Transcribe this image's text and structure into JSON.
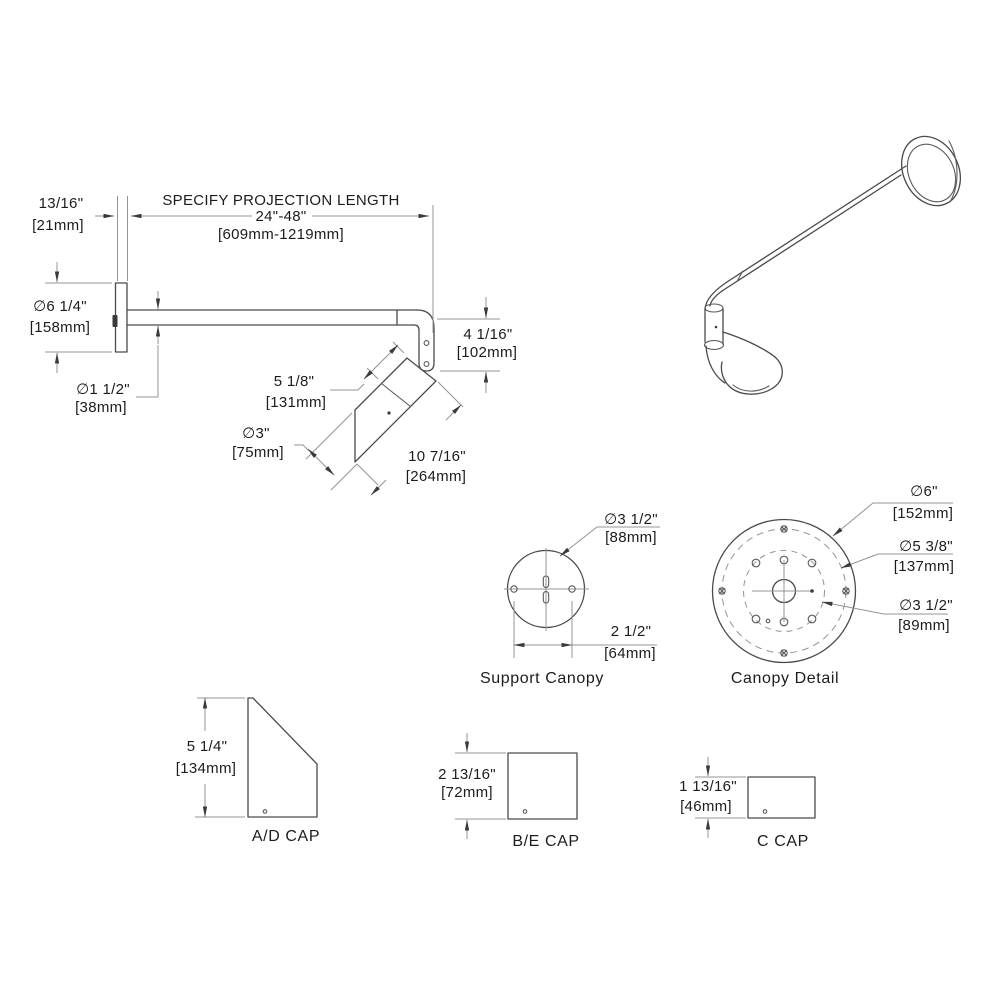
{
  "colors": {
    "background": "#ffffff",
    "object_line": "#4a4a4a",
    "dimension_line": "#949494",
    "text": "#1c1c1c"
  },
  "main_view": {
    "plate_thickness": {
      "in": "13/16\"",
      "mm": "[21mm]"
    },
    "projection": {
      "title": "SPECIFY PROJECTION LENGTH",
      "range_in": "24\"-48\"",
      "range_mm": "[609mm-1219mm]"
    },
    "canopy_dia": {
      "in": "∅6 1/4\"",
      "mm": "[158mm]"
    },
    "arm_dia": {
      "in": "∅1 1/2\"",
      "mm": "[38mm]"
    },
    "drop": {
      "in": "4 1/16\"",
      "mm": "[102mm]"
    },
    "head_upper": {
      "in": "5 1/8\"",
      "mm": "[131mm]"
    },
    "head_dia": {
      "in": "∅3\"",
      "mm": "[75mm]"
    },
    "head_length": {
      "in": "10 7/16\"",
      "mm": "[264mm]"
    }
  },
  "support_canopy": {
    "caption": "Support Canopy",
    "dia": {
      "in": "∅3 1/2\"",
      "mm": "[88mm]"
    },
    "hole_spacing": {
      "in": "2 1/2\"",
      "mm": "[64mm]"
    }
  },
  "canopy_detail": {
    "caption": "Canopy Detail",
    "outer_dia": {
      "in": "∅6\"",
      "mm": "[152mm]"
    },
    "bolt_circle": {
      "in": "∅5 3/8\"",
      "mm": "[137mm]"
    },
    "inner_dia": {
      "in": "∅3 1/2\"",
      "mm": "[89mm]"
    }
  },
  "caps": {
    "ad": {
      "caption": "A/D CAP",
      "height_in": "5 1/4\"",
      "height_mm": "[134mm]"
    },
    "be": {
      "caption": "B/E CAP",
      "height_in": "2 13/16\"",
      "height_mm": "[72mm]"
    },
    "c": {
      "caption": "C CAP",
      "height_in": "1 13/16\"",
      "height_mm": "[46mm]"
    }
  }
}
